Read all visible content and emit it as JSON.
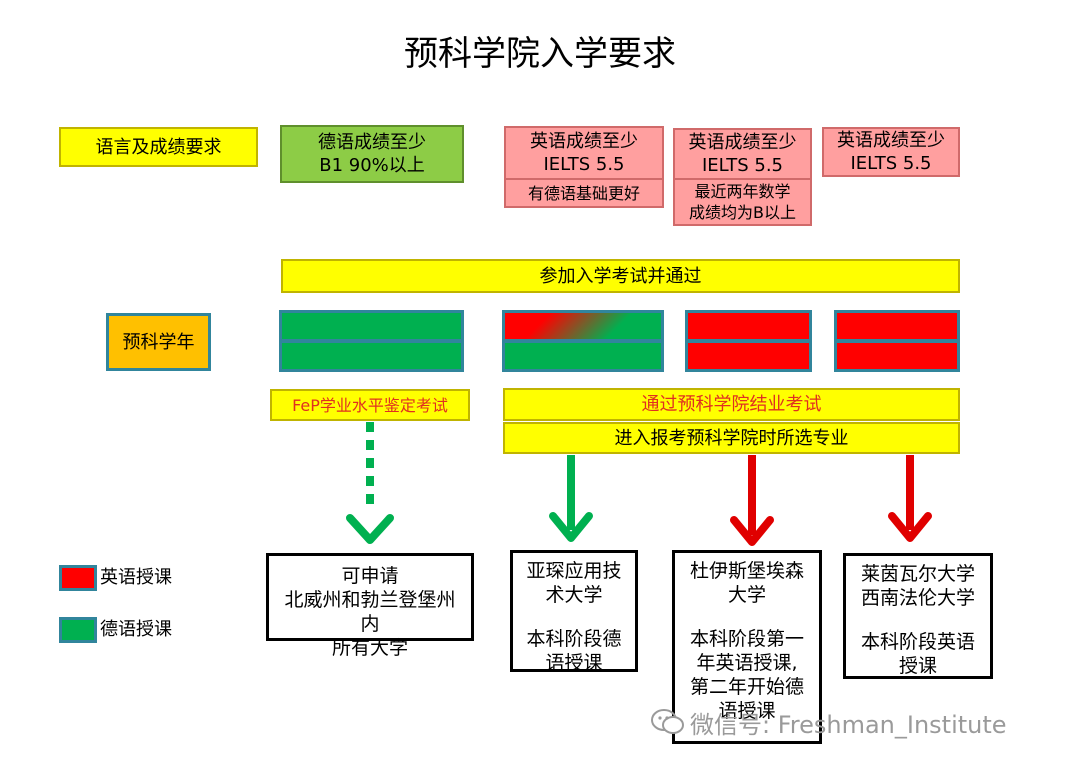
{
  "title": "预科学院入学要求",
  "row_label_language": "语言及成绩要求",
  "row_label_year": "预科学年",
  "req": {
    "german": [
      "德语成绩至少",
      "B1 90%以上"
    ],
    "eng1": [
      "英语成绩至少",
      "IELTS 5.5"
    ],
    "eng1_note": "有德语基础更好",
    "eng2": [
      "英语成绩至少",
      "IELTS 5.5"
    ],
    "eng2_note": [
      "最近两年数学",
      "成绩均为B以上"
    ],
    "eng3": [
      "英语成绩至少",
      "IELTS 5.5"
    ]
  },
  "entrance_exam": "参加入学考试并通过",
  "fep_exam": "FeP学业水平鉴定考试",
  "final_exam": "通过预科学院结业考试",
  "major_select": "进入报考预科学院时所选专业",
  "destinations": {
    "d1": [
      "可申请",
      "北威州和勃兰登堡州内",
      "所有大学"
    ],
    "d2_name": [
      "亚琛应用技",
      "术大学"
    ],
    "d2_desc": [
      "本科阶段德",
      "语授课"
    ],
    "d3_name": [
      "杜伊斯堡埃森",
      "大学"
    ],
    "d3_desc": [
      "本科阶段第一",
      "年英语授课,",
      "第二年开始德",
      "语授课"
    ],
    "d4_name": [
      "莱茵瓦尔大学",
      "西南法伦大学"
    ],
    "d4_desc": [
      "本科阶段英语",
      "授课"
    ]
  },
  "legend": {
    "english": "英语授课",
    "german": "德语授课"
  },
  "watermark": "微信号: Freshman_Institute",
  "colors": {
    "yellow": "#ffff00",
    "green": "#00b050",
    "red": "#ff0000",
    "pink": "#ff9f9f",
    "orange": "#ffc000",
    "light_green": "#8dcc46"
  }
}
